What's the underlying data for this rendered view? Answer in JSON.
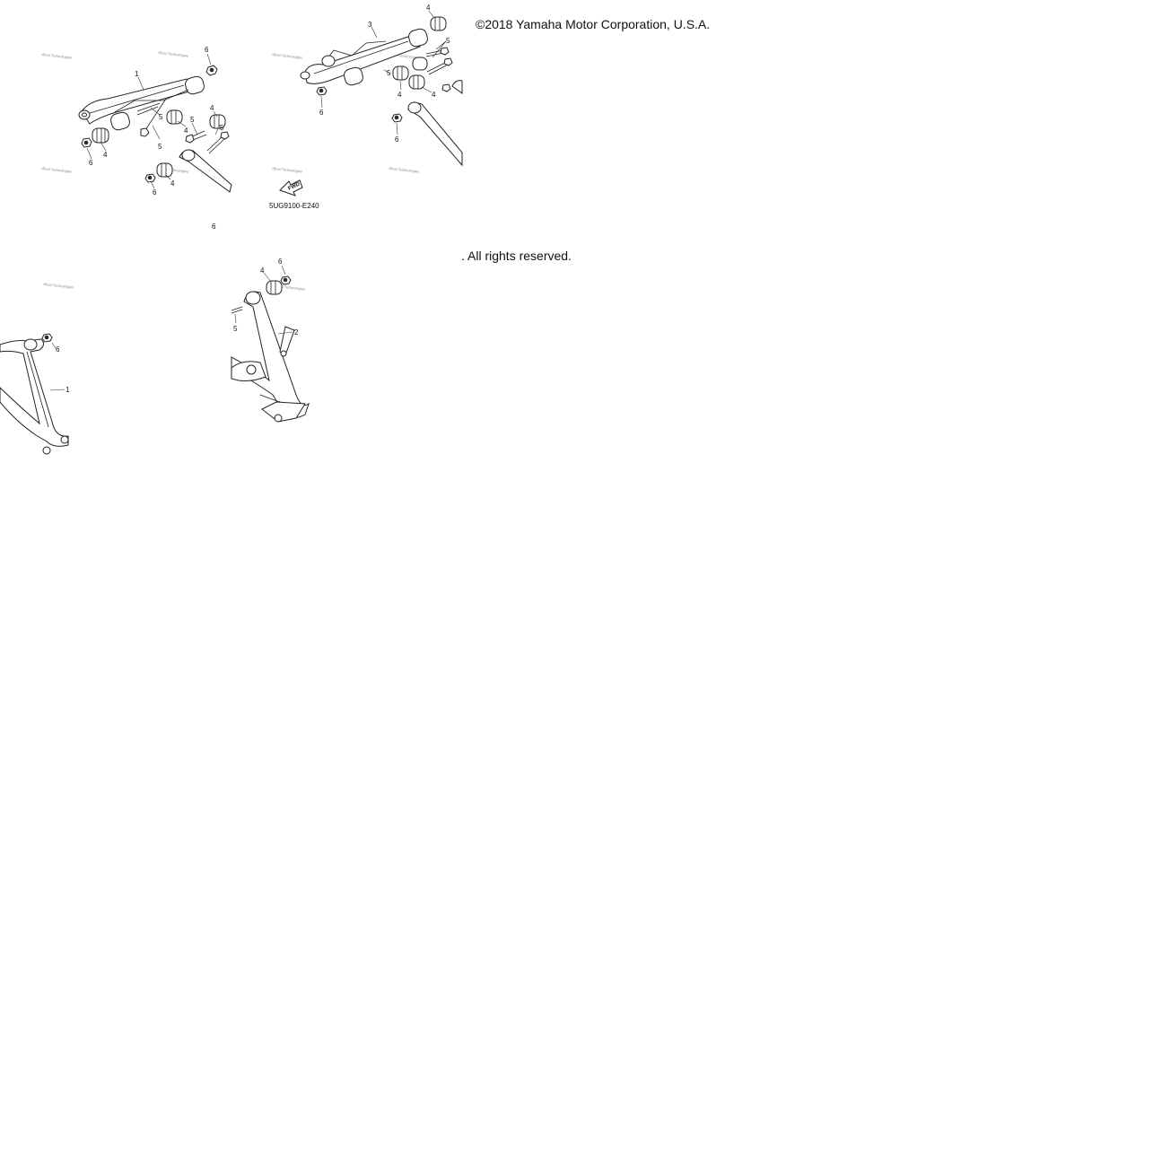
{
  "notice": {
    "copyright": "©2018 Yamaha Motor Corporation, U.S.A.",
    "rights": ". All rights reserved."
  },
  "diagram": {
    "code": "5UG9100-E240",
    "fwd_label": "FWD",
    "watermark": "•Boat Technologies",
    "stray_label": "6",
    "callouts": {
      "upper_arm_1": "1",
      "upper_nut_6": "6",
      "bolt_5a": "5",
      "bolt_5b": "5",
      "bushing_4a": "4",
      "bushing_4b": "4",
      "bushing_4c": "4",
      "bolt_5c": "5",
      "bolt_5d": "5",
      "nut_6a": "6",
      "nut_6b": "6",
      "arm_3": "3",
      "bushing_4d": "4",
      "bolt_5e": "5",
      "bolt_5f": "5",
      "bushing_4e": "4",
      "bushing_4f": "4",
      "nut_6c": "6",
      "nut_6d": "6",
      "lower_arm_1": "1",
      "lower_nut_6": "6",
      "bushing_4g": "4",
      "nut_6e": "6",
      "bolt_5g": "5",
      "arm_2": "2"
    }
  },
  "colors": {
    "ink": "#111111",
    "watermark": "#888888",
    "background": "#ffffff"
  }
}
